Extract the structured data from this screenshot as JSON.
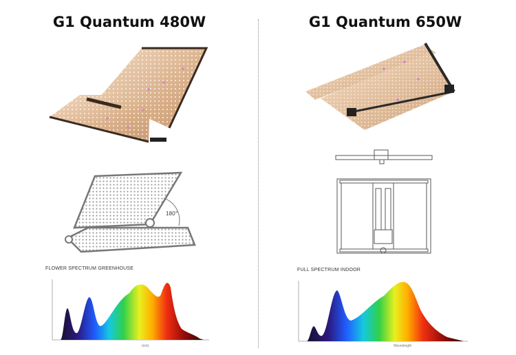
{
  "products": [
    {
      "title": "G1 Quantum 480W",
      "spectrum_label": "FLOWER SPECTRUM GREENHOUSE",
      "diagram_angle": "180°",
      "spectrum_x_axis_label": "(nm)"
    },
    {
      "title": "G1 Quantum 650W",
      "spectrum_label": "FULL SPECTRUM INDOOR",
      "spectrum_x_axis_label": "Wavelength"
    }
  ]
}
